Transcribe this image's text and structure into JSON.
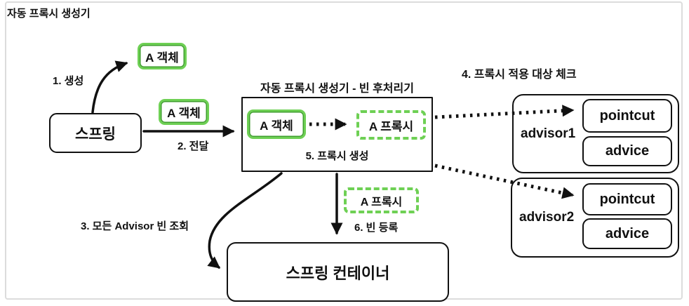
{
  "diagram": {
    "title": "자동 프록시 생성기",
    "nodes": {
      "spring": "스프링",
      "a_object_top": "A 객체",
      "a_object_mid": "A 객체",
      "postprocessor_title": "자동 프록시 생성기 - 빈 후처리기",
      "a_object_inner": "A 객체",
      "a_proxy_inner": "A 프록시",
      "a_proxy_bottom": "A 프록시",
      "spring_container": "스프링 컨테이너",
      "advisor1": {
        "label": "advisor1",
        "pointcut": "pointcut",
        "advice": "advice"
      },
      "advisor2": {
        "label": "advisor2",
        "pointcut": "pointcut",
        "advice": "advice"
      }
    },
    "steps": {
      "step1": "1. 생성",
      "step2": "2. 전달",
      "step3": "3. 모든 Advisor 빈 조회",
      "step4": "4. 프록시 적용 대상 체크",
      "step5": "5. 프록시 생성",
      "step6": "6. 빈 등록"
    },
    "colors": {
      "green": "#6ed054",
      "green_dark": "#3f9e2f",
      "line_black": "#111111",
      "frame_border": "#dcdcdc"
    }
  }
}
